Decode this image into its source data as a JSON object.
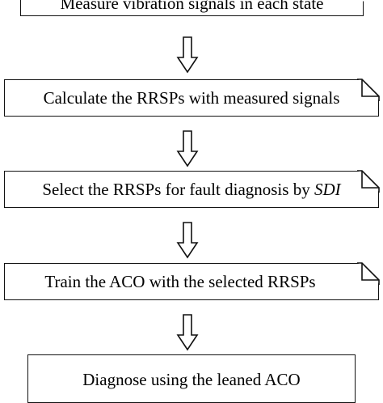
{
  "flowchart": {
    "steps": [
      {
        "text": "Measure vibration signals in each state"
      },
      {
        "text": "Calculate the RRSPs with measured signals"
      },
      {
        "text_main": "Select the RRSPs for fault diagnosis by ",
        "text_italic": "SDI"
      },
      {
        "text": "Train the ACO with the selected RRSPs"
      },
      {
        "text": "Diagnose using the leaned ACO"
      }
    ],
    "arrow_icon": "hollow-down-arrow-icon",
    "folded_corner_icon": "folded-corner-icon",
    "colors": {
      "stroke": "#111111",
      "background": "#ffffff",
      "text": "#000000"
    }
  }
}
